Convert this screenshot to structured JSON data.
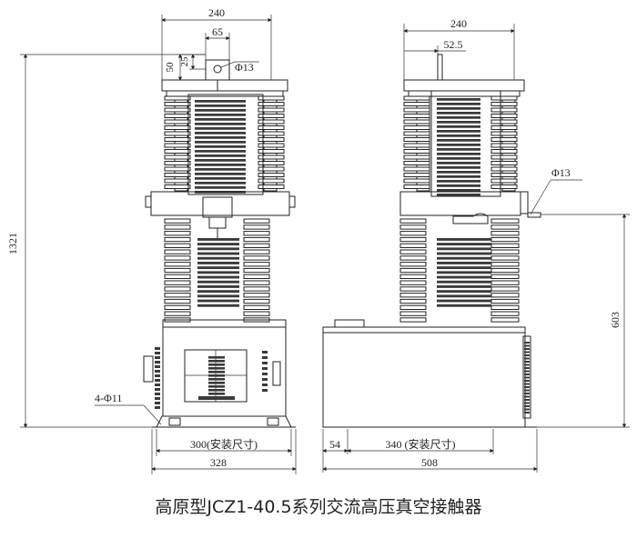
{
  "caption": "高原型JCZ1-40.5系列交流高压真空接触器",
  "front_view": {
    "width_top": "240",
    "terminal_spacing": "65",
    "dim_50": "50",
    "dim_25": "25",
    "hole_top": "Φ13",
    "height_total": "1321",
    "mount_holes": "4-Φ11",
    "mount_span": "300(安装尺寸)",
    "base_width": "328"
  },
  "side_view": {
    "width_top": "240",
    "offset": "52.5",
    "hole_side": "Φ13",
    "height_terminal": "603",
    "dim_54": "54",
    "mount_span": "340 (安装尺寸)",
    "base_depth": "508"
  },
  "colors": {
    "line": "#222222",
    "fin": "#3a3a3a",
    "background": "#ffffff"
  }
}
